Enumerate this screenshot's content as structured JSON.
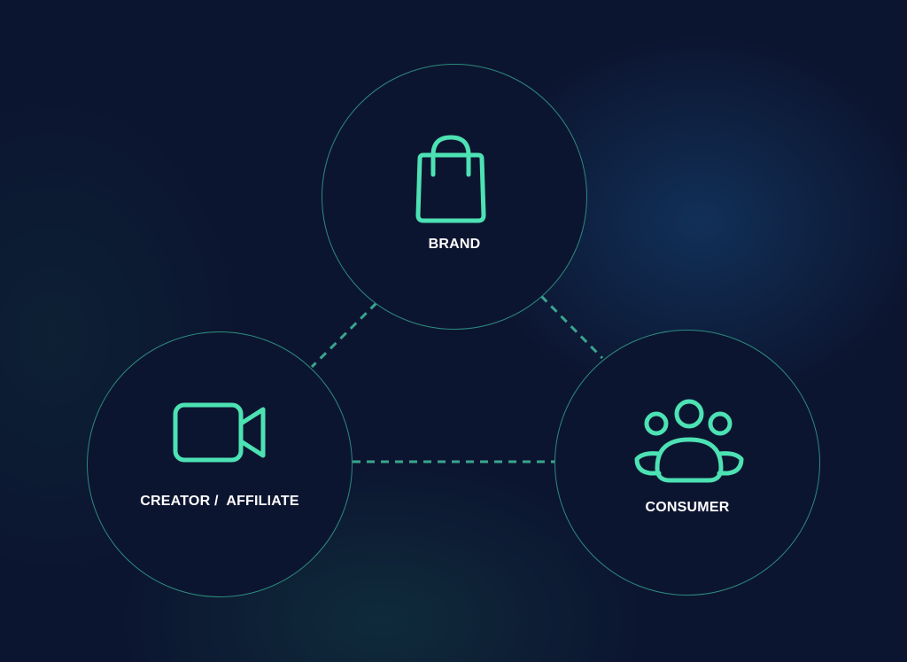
{
  "colors": {
    "background": "#0c1530",
    "accent": "#4de2b4",
    "circle_border": "#2c8a7d",
    "connector": "#3aa58f",
    "label": "#ffffff"
  },
  "nodes": {
    "brand": {
      "label": "BRAND",
      "icon": "shopping-bag-icon"
    },
    "creator": {
      "label": "CREATOR /  AFFILIATE",
      "icon": "video-camera-icon"
    },
    "consumer": {
      "label": "CONSUMER",
      "icon": "users-group-icon"
    }
  },
  "connections": [
    {
      "from": "brand",
      "to": "creator",
      "style": "dashed"
    },
    {
      "from": "brand",
      "to": "consumer",
      "style": "dashed"
    },
    {
      "from": "creator",
      "to": "consumer",
      "style": "dashed"
    }
  ]
}
